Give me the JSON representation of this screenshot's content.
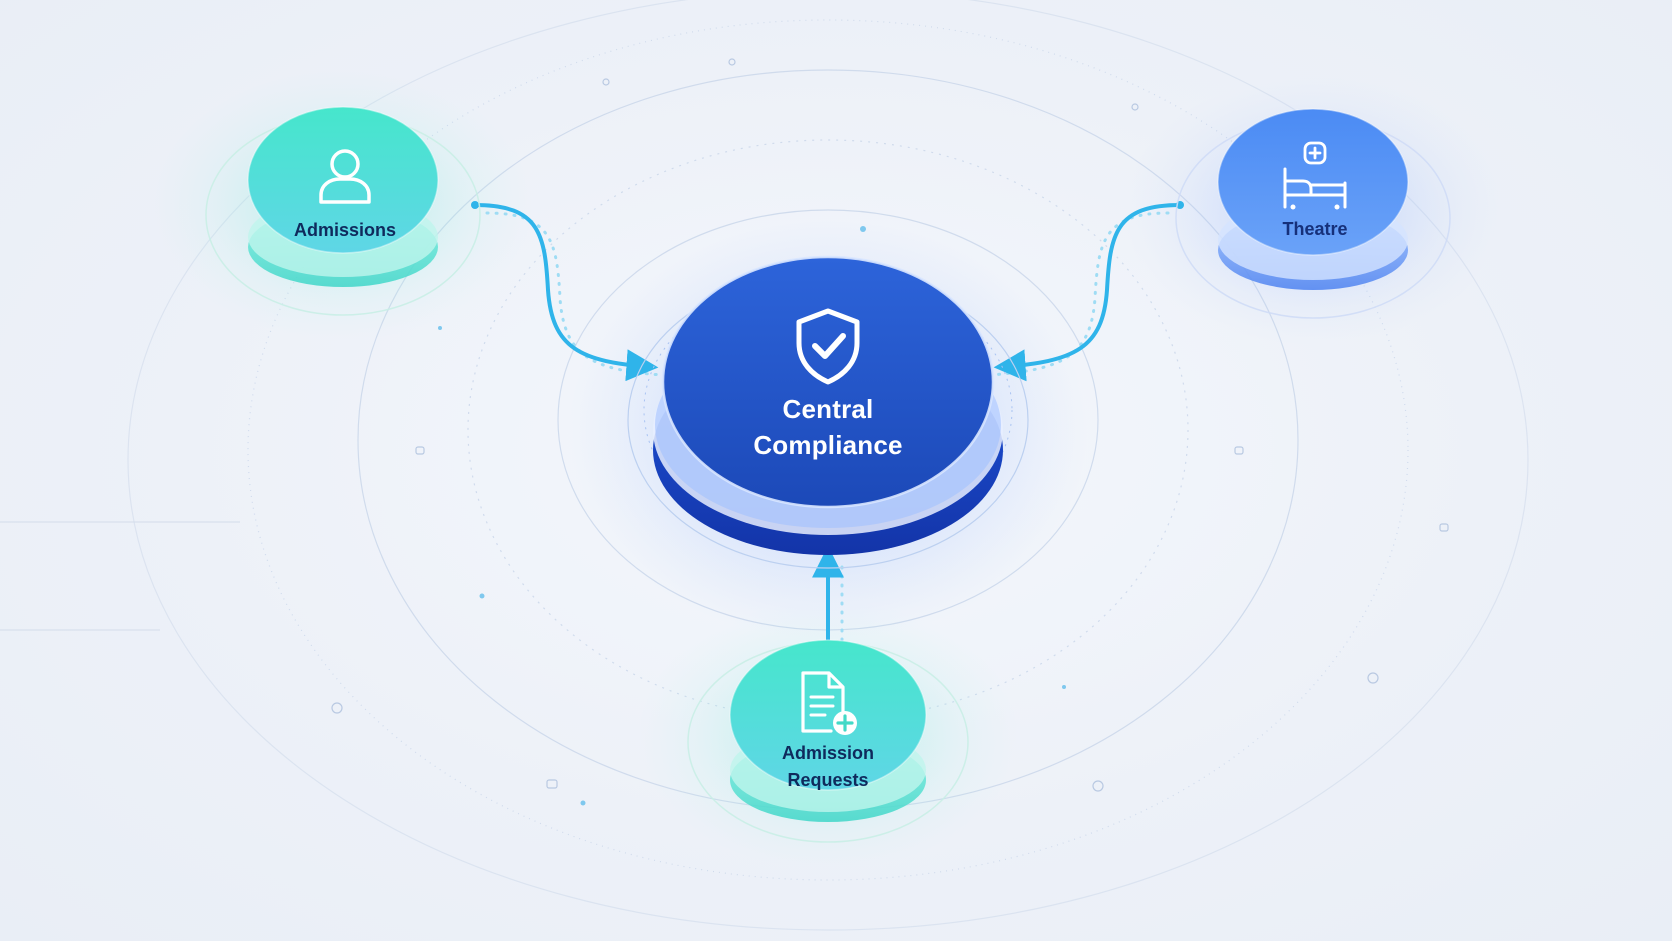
{
  "diagram": {
    "central": {
      "label_line1": "Central",
      "label_line2": "Compliance",
      "icon": "shield-check-icon"
    },
    "nodes": {
      "admissions": {
        "label": "Admissions",
        "icon": "user-icon"
      },
      "theatre": {
        "label": "Theatre",
        "icon": "hospital-bed-icon"
      },
      "admission_requests": {
        "label_line1": "Admission",
        "label_line2": "Requests",
        "icon": "document-add-icon"
      }
    },
    "connections": [
      {
        "from": "Admissions",
        "to": "Central Compliance"
      },
      {
        "from": "Theatre",
        "to": "Central Compliance"
      },
      {
        "from": "Admission Requests",
        "to": "Central Compliance"
      }
    ]
  },
  "colors": {
    "background": "#edf1f8",
    "central_top": "#2a5fd6",
    "central_base": "#1546c4",
    "teal_node": "#3fe0c6",
    "blue_node": "#4e86f2",
    "label_dark": "#0f2a5c",
    "connector": "#2fb4ea"
  }
}
